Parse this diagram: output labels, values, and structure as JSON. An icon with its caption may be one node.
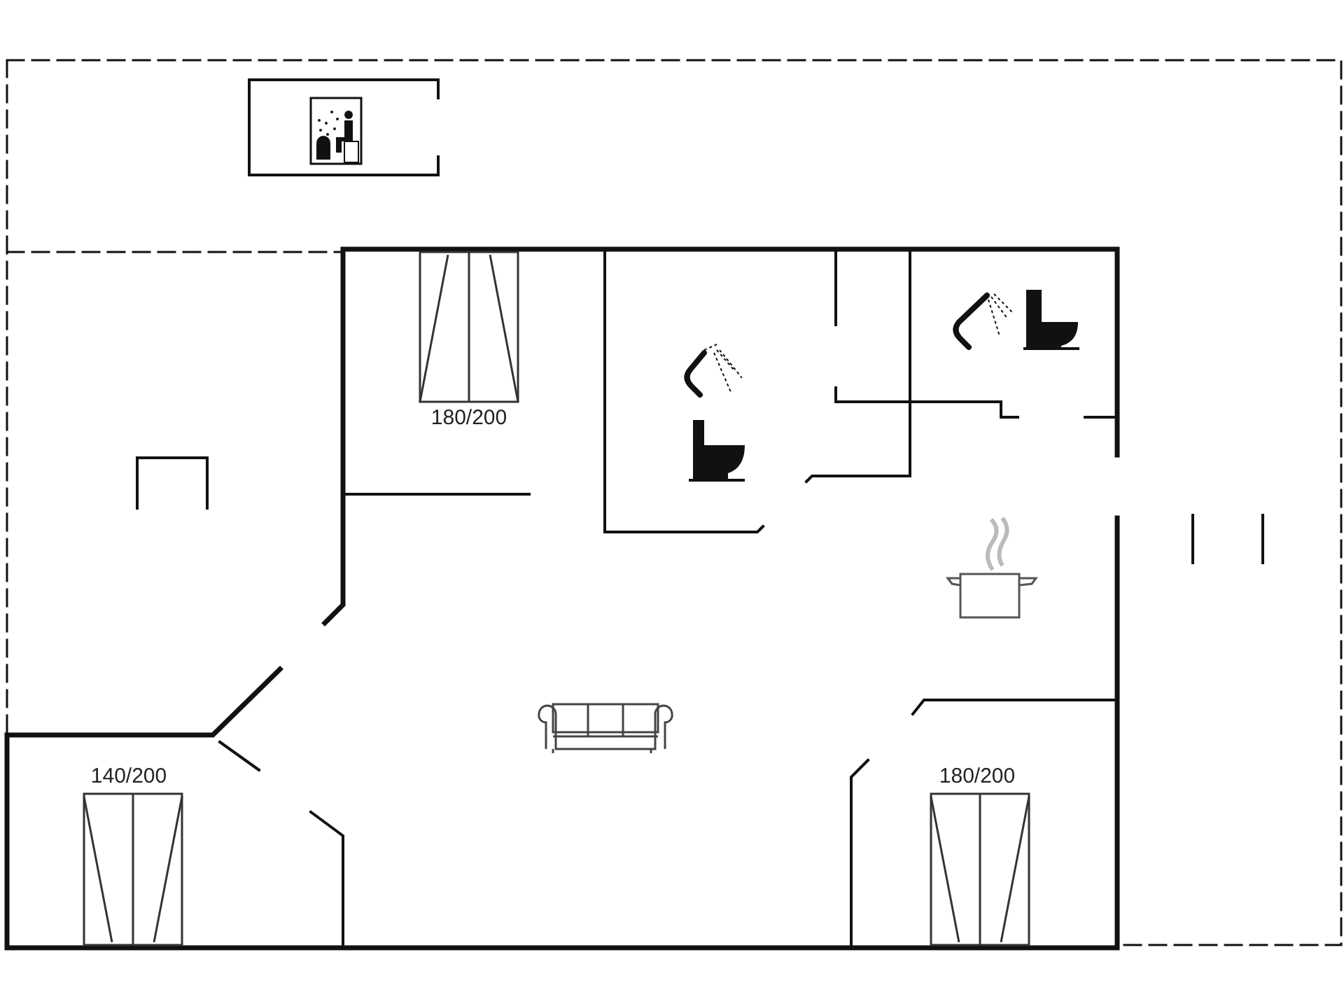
{
  "diagram": {
    "labels": [
      "180/200",
      "140/200",
      "180/200"
    ]
  }
}
